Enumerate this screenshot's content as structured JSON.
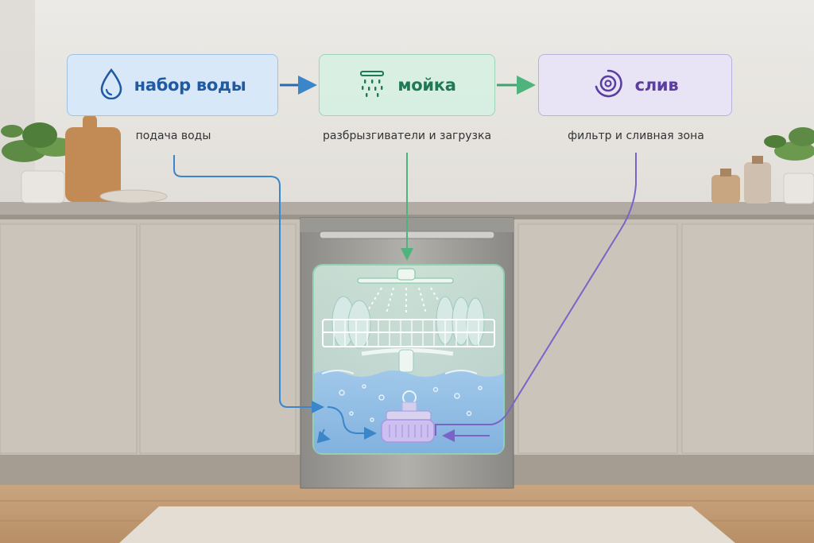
{
  "steps": [
    {
      "title": "набор воды",
      "caption": "подача воды",
      "icon": "water-drop-icon"
    },
    {
      "title": "мойка",
      "caption": "разбрызгиватели и загрузка",
      "icon": "spray-arm-icon"
    },
    {
      "title": "слив",
      "caption": "фильтр и сливная зона",
      "icon": "drain-filter-icon"
    }
  ],
  "colors": {
    "fill": "#1f5aa3",
    "wash": "#1d7a52",
    "drain": "#5b3ea0",
    "water_path": "#3a86c8",
    "wash_path": "#4fb37e",
    "drain_path": "#7b63c8"
  }
}
